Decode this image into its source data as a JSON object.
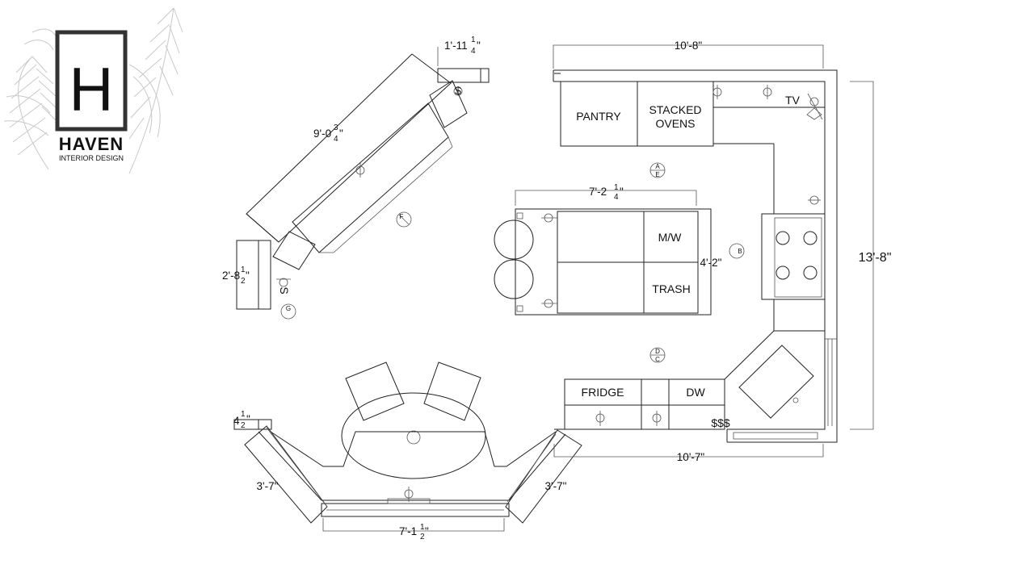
{
  "logo": {
    "monogram": "H",
    "name": "HAVEN",
    "subtitle": "INTERIOR DESIGN"
  },
  "labels": {
    "pantry": "PANTRY",
    "stacked_ovens_line1": "STACKED",
    "stacked_ovens_line2": "OVENS",
    "tv": "TV",
    "microwave": "M/W",
    "trash": "TRASH",
    "fridge": "FRIDGE",
    "dishwasher": "DW",
    "outlets_sss": "$$$",
    "outlet_s_top": "$",
    "outlet_s_left": "S"
  },
  "dimensions": {
    "top_width": "10'-8\"",
    "right_height": "13'-8\"",
    "bottom_width": "10'-7\"",
    "island_width_main": "7'-2",
    "island_width_frac_num": "1",
    "island_width_frac_den": "4",
    "island_width_tail": "\"",
    "island_depth": "4'-2\"",
    "banquette_width_main": "7'-1",
    "banquette_width_frac_num": "1",
    "banquette_width_frac_den": "2",
    "banquette_width_tail": "\"",
    "banquette_left": "3'-7\"",
    "banquette_right": "3'-7\"",
    "bench_main": "4",
    "bench_frac_num": "1",
    "bench_frac_den": "2",
    "bench_tail": "\"",
    "diag_top_main": "1'-11",
    "diag_top_frac_num": "1",
    "diag_top_frac_den": "4",
    "diag_top_tail": "\"",
    "diag_length_main": "9'-0",
    "diag_length_frac_num": "3",
    "diag_length_frac_den": "4",
    "diag_length_tail": "\"",
    "diag_bottom_main": "2'-8",
    "diag_bottom_frac_num": "1",
    "diag_bottom_frac_den": "2",
    "diag_bottom_tail": "\""
  },
  "markers": {
    "ae_top": "A",
    "ae_bottom": "E",
    "b": "B",
    "dc_top": "D",
    "dc_bottom": "C",
    "f": "F",
    "g": "G"
  }
}
